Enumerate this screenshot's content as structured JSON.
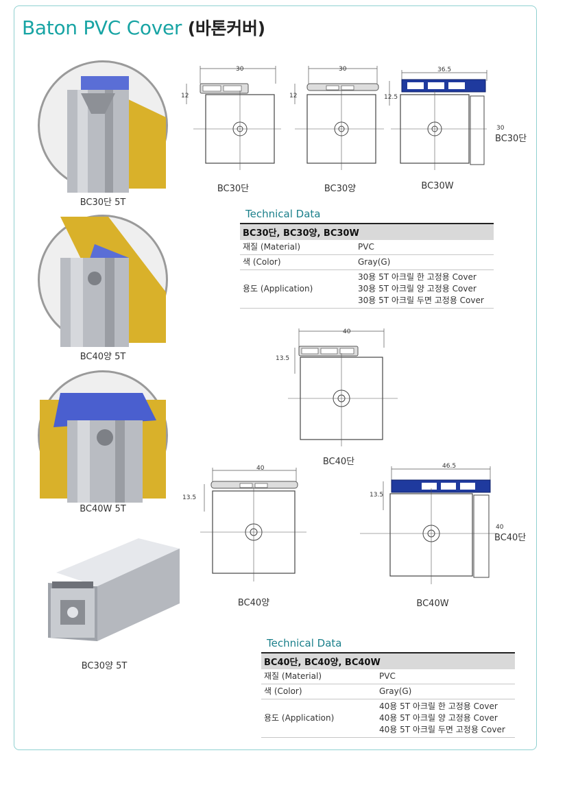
{
  "header": {
    "title_en": "Baton PVC Cover",
    "title_ko": "(바톤커버)"
  },
  "photos": [
    {
      "caption": "BC30단 5T"
    },
    {
      "caption": "BC40양 5T"
    },
    {
      "caption": "BC40W 5T"
    },
    {
      "caption": "BC30양 5T"
    }
  ],
  "diagrams": {
    "bc30dan": {
      "caption": "BC30단",
      "width": "30",
      "height": "12"
    },
    "bc30yang": {
      "caption": "BC30양",
      "width": "30",
      "height": "12"
    },
    "bc30w": {
      "caption": "BC30W",
      "width": "36.5",
      "height": "12.5",
      "side_value": "30",
      "side_label": "BC30단"
    },
    "bc40dan": {
      "caption": "BC40단",
      "width": "40",
      "height": "13.5"
    },
    "bc40yang": {
      "caption": "BC40양",
      "width": "40",
      "height": "13.5"
    },
    "bc40w": {
      "caption": "BC40W",
      "width": "46.5",
      "height": "13.5",
      "side_value": "40",
      "side_label": "BC40단"
    }
  },
  "tech30": {
    "heading": "Technical Data",
    "models": "BC30단, BC30양, BC30W",
    "material_label": "재질 (Material)",
    "material_value": "PVC",
    "color_label": "색 (Color)",
    "color_value": "Gray(G)",
    "app_label": "용도 (Application)",
    "app_values": [
      "30용 5T 아크릴 한  고정용 Cover",
      "30용 5T 아크릴 양  고정용 Cover",
      "30용 5T 아크릴 두면 고정용 Cover"
    ]
  },
  "tech40": {
    "heading": "Technical Data",
    "models": "BC40단, BC40양, BC40W",
    "material_label": "재질 (Material)",
    "material_value": "PVC",
    "color_label": "색 (Color)",
    "color_value": "Gray(G)",
    "app_label": "용도 (Application)",
    "app_values": [
      "40용 5T 아크릴 한  고정용 Cover",
      "40용 5T 아크릴 양  고정용 Cover",
      "40용 5T 아크릴 두면 고정용 Cover"
    ]
  },
  "colors": {
    "accent": "#18a4a4",
    "cover_blue": "#1f3a9e",
    "acrylic_yellow": "#d9b12a"
  }
}
